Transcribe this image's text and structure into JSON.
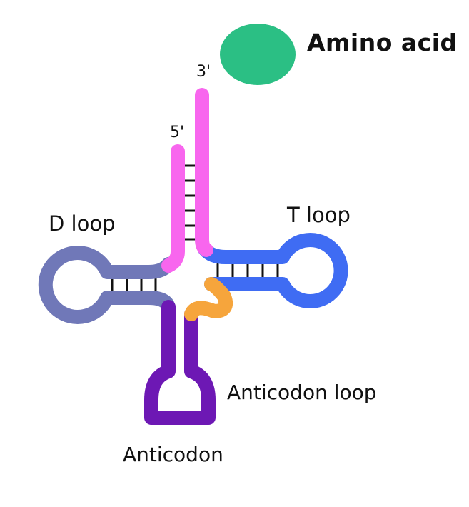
{
  "labels": {
    "amino_acid": "Amino acid",
    "three_prime": "3'",
    "five_prime": "5'",
    "d_loop": "D loop",
    "t_loop": "T loop",
    "anticodon_loop": "Anticodon loop",
    "anticodon": "Anticodon"
  },
  "colors": {
    "acceptor_stem": "#f866ee",
    "d_arm": "#7078b8",
    "t_arm": "#3f6cf3",
    "anticodon_arm": "#6d18b4",
    "variable_loop": "#f6a53c",
    "amino_acid": "#2bbf84",
    "base_pairs": "#111111"
  }
}
